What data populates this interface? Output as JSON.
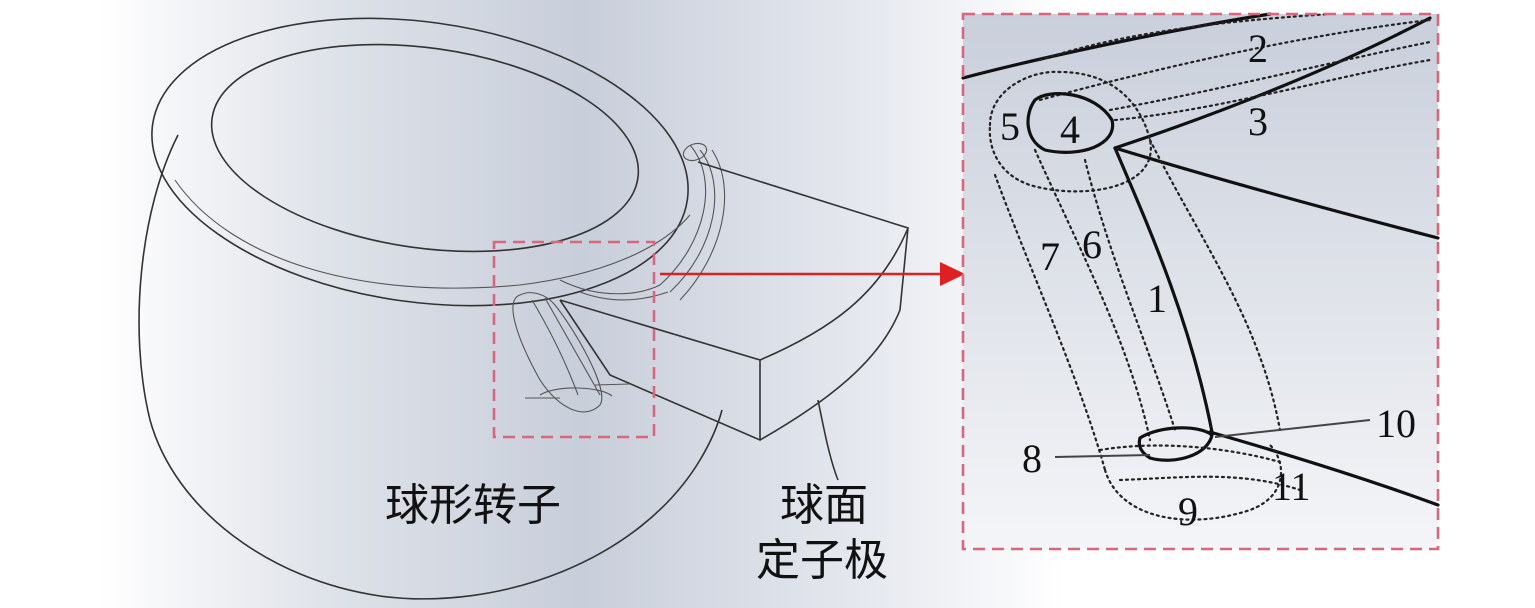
{
  "colors": {
    "frame_dashed": "#d8677e",
    "arrow": "#e02020",
    "line": "#222222",
    "background_gradient": [
      "#c6ccd8",
      "#ffffff"
    ]
  },
  "left_view": {
    "rotor_label": "球形转子",
    "stator_label_line1": "球面",
    "stator_label_line2": "定子极"
  },
  "detail_view": {
    "labels": [
      "1",
      "2",
      "3",
      "4",
      "5",
      "6",
      "7",
      "8",
      "9",
      "10",
      "11"
    ]
  },
  "connector": {
    "icon": "arrow-right-icon"
  }
}
